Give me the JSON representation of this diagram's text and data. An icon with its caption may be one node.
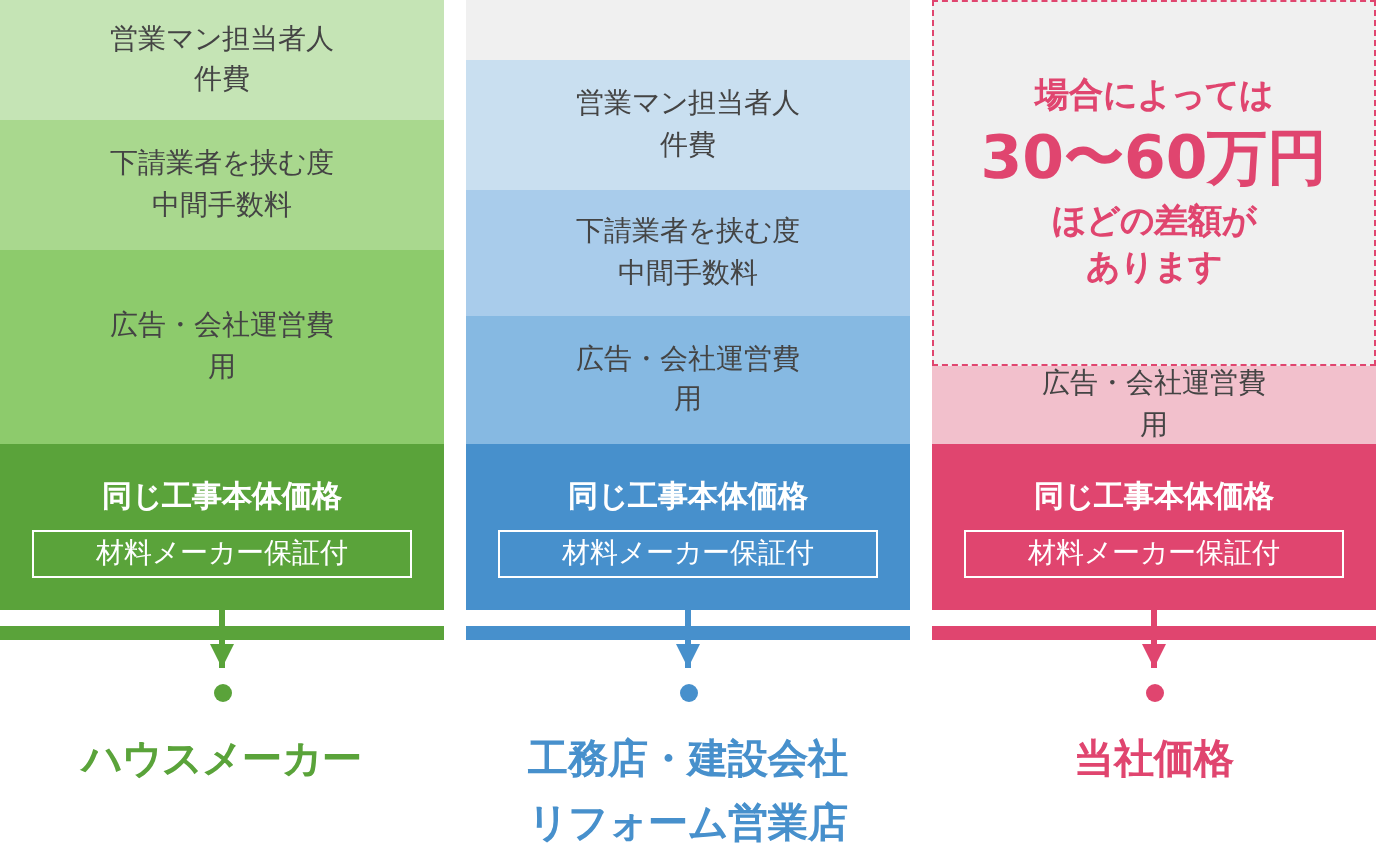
{
  "diagram": {
    "nodes": [
      {
        "text": [
          "営業マン担当者人件費"
        ]
      },
      {
        "text": [
          "下請業者を挟む度中間手数料"
        ]
      },
      {
        "text": [
          "広告・会社運営費用"
        ]
      },
      {
        "text": [
          "同じ工事本体価格"
        ]
      },
      {
        "text": [
          "材料メーカー保証付"
        ],
        "in": 3
      },
      {
        "text": [
          "ハウスメーカー"
        ]
      },
      {
        "text": [
          "営業マン担当者人件費"
        ]
      },
      {
        "text": [
          "下請業者を挟む度中間手数料"
        ]
      },
      {
        "text": [
          "広告・会社運営費用"
        ]
      },
      {
        "text": [
          "同じ工事本体価格"
        ]
      },
      {
        "text": [
          "材料メーカー保証付"
        ],
        "in": 9
      },
      {
        "text": [
          "工務店・建設会社リフォーム営業店"
        ]
      },
      {
        "text": [
          "場合によっては",
          "30〜60万円",
          "ほどの差額があります"
        ]
      },
      {
        "text": [
          "広告・会社運営費用"
        ]
      },
      {
        "text": [
          "同じ工事本体価格"
        ]
      },
      {
        "text": [
          "材料メーカー保証付"
        ],
        "in": 14
      },
      {
        "text": [
          "当社価格"
        ]
      }
    ],
    "edges": [
      {
        "from": 3,
        "to": 5,
        "arrow": "to",
        "color": "#5aa33a"
      },
      {
        "from": 9,
        "to": 11,
        "arrow": "to",
        "color": "#4790cc"
      },
      {
        "from": 14,
        "to": 16,
        "arrow": "to",
        "color": "#e0456f"
      }
    ]
  }
}
